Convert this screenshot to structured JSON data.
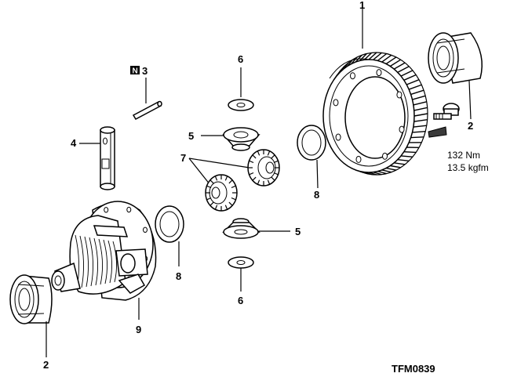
{
  "callouts": {
    "ring_gear": "1",
    "bearing_right": "2",
    "bearing_left": "2",
    "pin": "3",
    "new_part_badge": "N",
    "shaft": "4",
    "side_gear_top": "5",
    "side_gear_bottom": "5",
    "washer_top": "6",
    "washer_bottom": "6",
    "pinion_gears": "7",
    "thrust_washer_right": "8",
    "thrust_washer_left": "8",
    "case": "9"
  },
  "torque": {
    "nm": "132 Nm",
    "kgfm": "13.5 kgfm"
  },
  "drawing_code": "TFM0839"
}
